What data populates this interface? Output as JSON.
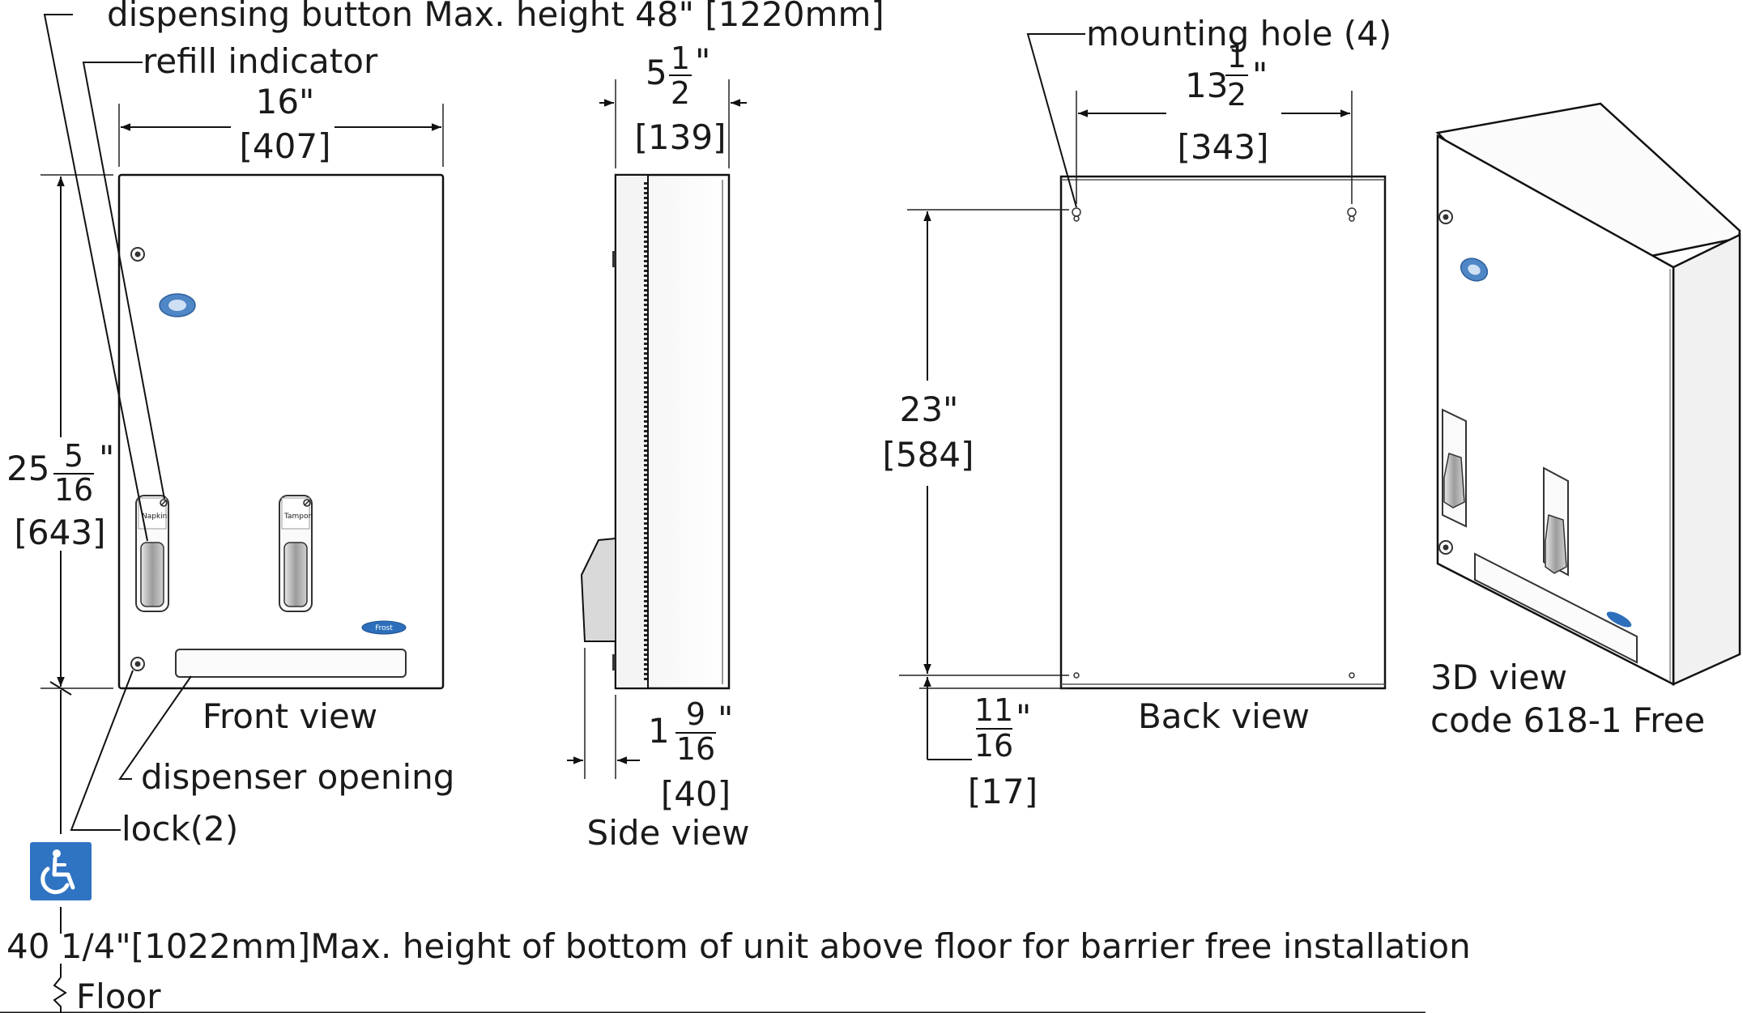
{
  "labels": {
    "dispensing_button": "dispensing button Max. height 48\" [1220mm]",
    "refill_indicator": "refill indicator",
    "mounting_hole": "mounting hole (4)",
    "dispenser_opening": "dispenser opening",
    "lock": "lock(2)",
    "barrier_free": "40 1/4\"[1022mm]Max. height of bottom of unit above floor for barrier free installation",
    "floor": "Floor"
  },
  "views": {
    "front": "Front view",
    "side": "Side view",
    "back": "Back view",
    "three_d_line1": "3D view",
    "three_d_line2": "code 618-1 Free"
  },
  "dimensions": {
    "width": {
      "whole": "16\"",
      "mm": "[407]"
    },
    "height": {
      "whole": "25",
      "num": "5",
      "den": "16",
      "unit": "\"",
      "mm": "[643]"
    },
    "depth": {
      "whole": "5",
      "num": "1",
      "den": "2",
      "unit": "\"",
      "mm": "[139]"
    },
    "button_depth": {
      "whole": "1",
      "num": "9",
      "den": "16",
      "unit": "\"",
      "mm": "[40]"
    },
    "hole_spacing": {
      "whole": "13",
      "num": "1",
      "den": "2",
      "unit": "\"",
      "mm": "[343]"
    },
    "hole_vertical": {
      "whole": "23\"",
      "mm": "[584]"
    },
    "hole_offset": {
      "num": "11",
      "den": "16",
      "unit": "\"",
      "mm": "[17]"
    }
  },
  "product_text": {
    "napkin": "Napkin",
    "tampon": "Tampon",
    "frost": "Frost"
  },
  "icons": [
    "wheelchair-accessibility-icon",
    "frost-logo-icon",
    "lock-icon",
    "refill-indicator-icon",
    "keyhole-icon"
  ],
  "colors": {
    "accessibility_blue": "#2f73c3",
    "frost_blue": "#2d6fbb",
    "line": "#111111"
  }
}
